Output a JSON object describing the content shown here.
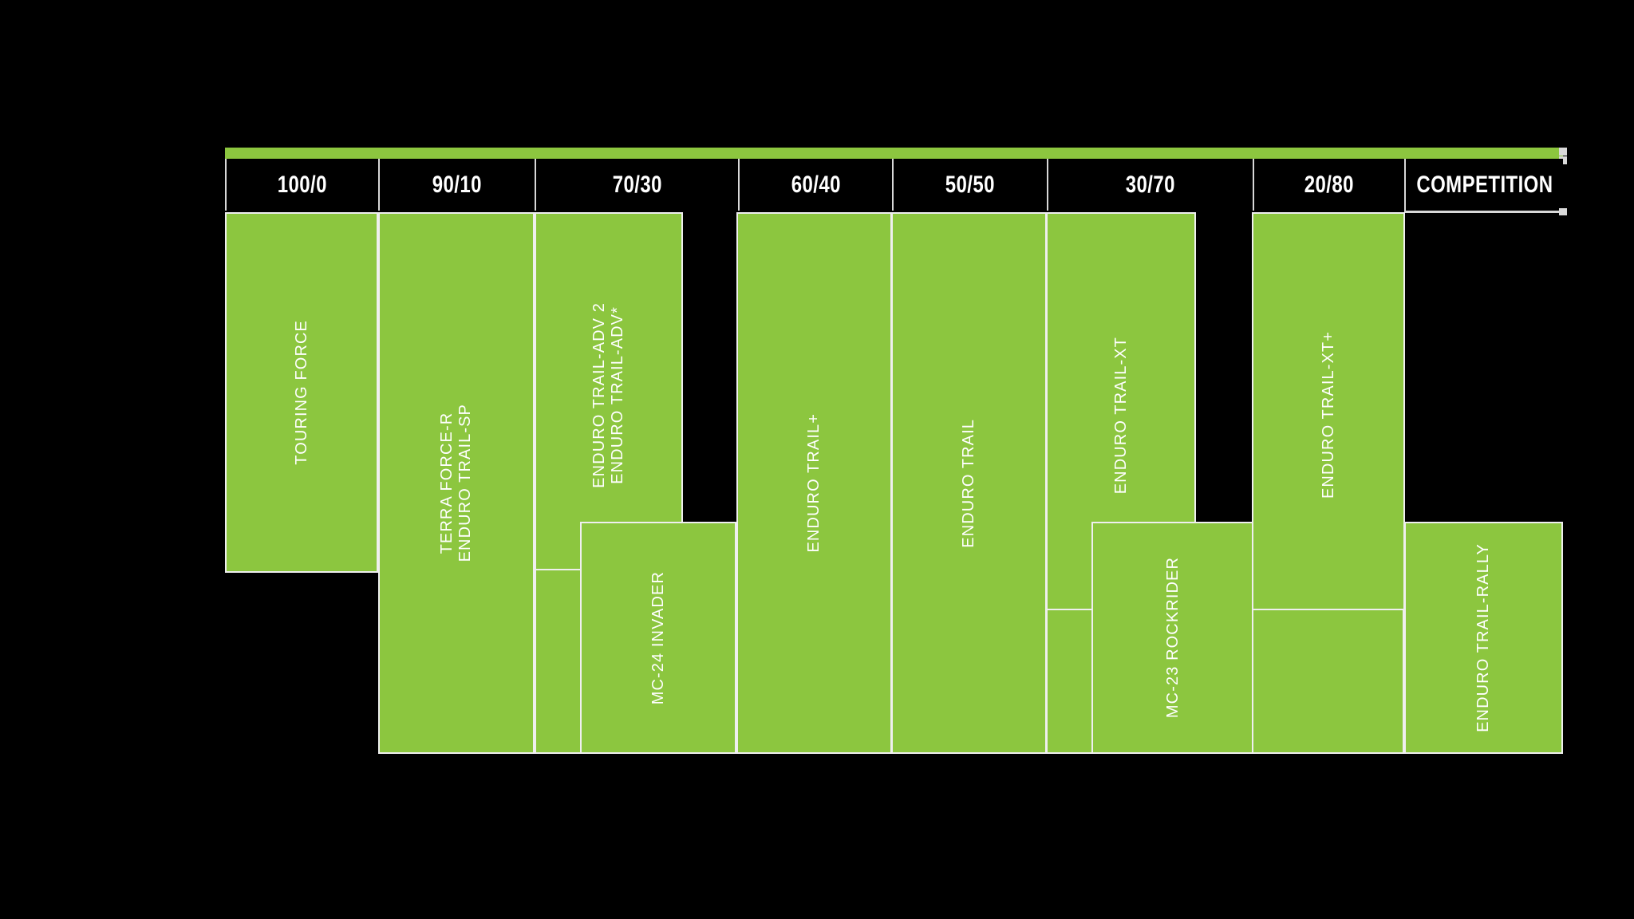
{
  "chart_data": {
    "type": "bar",
    "title": "",
    "subtitle": "",
    "xlabel": "",
    "ylabel": "",
    "grid": false,
    "legend": "none",
    "axis_note": "On-road / off-road usage ratio columns; bar vertical extent indicates each tyre's suitability span",
    "categories": [
      "100/0",
      "90/10",
      "70/30",
      "60/40",
      "50/50",
      "30/70",
      "20/80",
      "COMPETITION"
    ],
    "series": [
      {
        "name": "TOURING FORCE",
        "category": "100/0",
        "label_lines": [
          "TOURING FORCE"
        ],
        "span_start_pct": 0,
        "span_end_pct": 66
      },
      {
        "name": "TERRA FORCE-R / ENDURO TRAIL-SP",
        "category": "90/10",
        "label_lines": [
          "TERRA FORCE-R",
          "ENDURO TRAIL-SP"
        ],
        "span_start_pct": 0,
        "span_end_pct": 100
      },
      {
        "name": "ENDURO TRAIL-ADV 2 / ENDURO TRAIL-ADV*",
        "category": "70/30",
        "label_lines": [
          "ENDURO TRAIL-ADV 2",
          "ENDURO TRAIL-ADV*"
        ],
        "span_start_pct": 0,
        "span_end_pct": 67
      },
      {
        "name": "MC-24 INVADER",
        "category": "70/30",
        "label_lines": [
          "MC-24 INVADER"
        ],
        "span_start_pct": 58,
        "span_end_pct": 100
      },
      {
        "name": "ENDURO TRAIL+",
        "category": "60/40",
        "label_lines": [
          "ENDURO TRAIL+"
        ],
        "span_start_pct": 0,
        "span_end_pct": 100
      },
      {
        "name": "ENDURO TRAIL",
        "category": "50/50",
        "label_lines": [
          "ENDURO TRAIL"
        ],
        "span_start_pct": 0,
        "span_end_pct": 100
      },
      {
        "name": "ENDURO TRAIL-XT",
        "category": "30/70",
        "label_lines": [
          "ENDURO TRAIL-XT"
        ],
        "span_start_pct": 0,
        "span_end_pct": 75
      },
      {
        "name": "MC-23 ROCKRIDER",
        "category": "30/70",
        "label_lines": [
          "MC-23 ROCKRIDER"
        ],
        "span_start_pct": 58,
        "span_end_pct": 100
      },
      {
        "name": "ENDURO TRAIL-XT+",
        "category": "20/80",
        "label_lines": [
          "ENDURO TRAIL-XT+"
        ],
        "span_start_pct": 0,
        "span_end_pct": 75
      },
      {
        "name": "ENDURO TRAIL-RALLY",
        "category": "COMPETITION",
        "label_lines": [
          "ENDURO TRAIL-RALLY"
        ],
        "span_start_pct": 58,
        "span_end_pct": 100
      }
    ]
  },
  "colors": {
    "background": "#000000",
    "bar": "#8CC63F",
    "bar_outline": "#efefef",
    "text": "#ffffff",
    "rule": "#d8d8d8"
  },
  "header": {
    "cells": [
      {
        "label": "100/0"
      },
      {
        "label": "90/10"
      },
      {
        "label": "70/30"
      },
      {
        "label": "60/40"
      },
      {
        "label": "50/50"
      },
      {
        "label": "30/70"
      },
      {
        "label": "20/80"
      },
      {
        "label": "COMPETITION"
      }
    ]
  },
  "bars": [
    {
      "label": "TOURING FORCE",
      "lines": [
        "TOURING FORCE"
      ]
    },
    {
      "label": "TERRA FORCE-R",
      "lines": [
        "TERRA FORCE-R",
        "ENDURO TRAIL-SP"
      ],
      "line1": "TERRA FORCE-R",
      "line2": "ENDURO TRAIL-SP"
    },
    {
      "label": "ENDURO TRAIL-ADV 2",
      "line1": "ENDURO TRAIL-ADV 2",
      "line2": "ENDURO TRAIL-ADV*"
    },
    {
      "label": "MC-24 INVADER"
    },
    {
      "label": "ENDURO TRAIL+"
    },
    {
      "label": "ENDURO TRAIL"
    },
    {
      "label": "ENDURO TRAIL-XT"
    },
    {
      "label": "MC-23 ROCKRIDER"
    },
    {
      "label": "ENDURO TRAIL-XT+"
    },
    {
      "label": "ENDURO TRAIL-RALLY"
    }
  ]
}
